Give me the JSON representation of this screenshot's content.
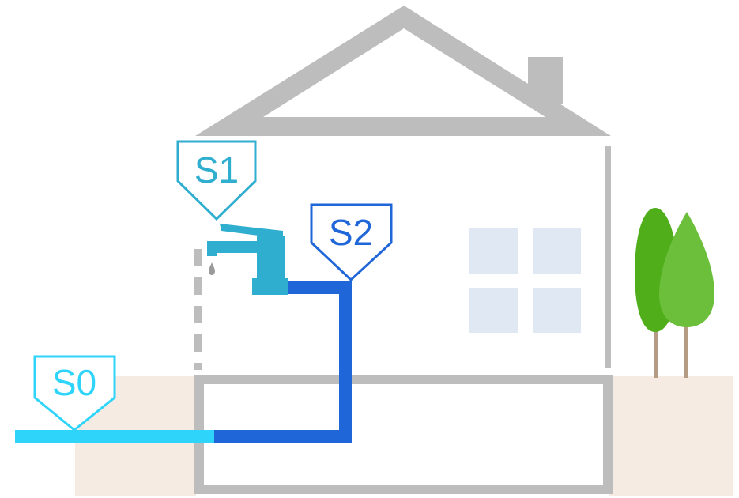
{
  "labels": {
    "s0": "S0",
    "s1": "S1",
    "s2": "S2"
  },
  "colors": {
    "structure_gray": "#bdbdbd",
    "ground": "#f5ebe3",
    "window": "#dfe8f3",
    "service_line_light": "#2fd4fb",
    "house_pipe_dark": "#1f66d8",
    "faucet": "#30aecf",
    "label_s0": "#2fd4fb",
    "label_s1": "#30aecf",
    "label_s2": "#1f66d8",
    "tree_dark": "#4fae1a",
    "tree_light": "#6cbf3a",
    "trunk": "#b59a84",
    "drip": "#9a9a9a"
  },
  "icons": {
    "faucet": "faucet-icon",
    "tree": "tree-icon",
    "water-drop": "water-drop-icon"
  }
}
